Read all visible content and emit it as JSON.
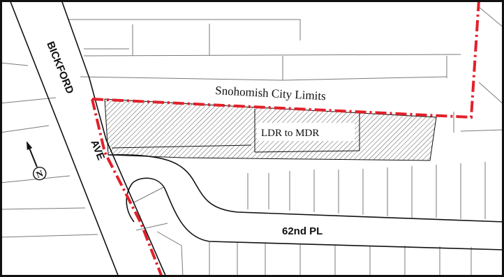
{
  "labels": {
    "city_limits": "Snohomish City Limits",
    "zone_change": "LDR to MDR",
    "road_bickford": "BICKFORD",
    "road_ave": "AVE",
    "road_62nd": "62nd PL",
    "north": "N"
  },
  "colors": {
    "city_limit": "#e2202a",
    "road": "#111111",
    "parcel": "#7a7a7a",
    "hatch": "#555555"
  },
  "icons": {
    "north_arrow": "north-arrow-icon"
  }
}
